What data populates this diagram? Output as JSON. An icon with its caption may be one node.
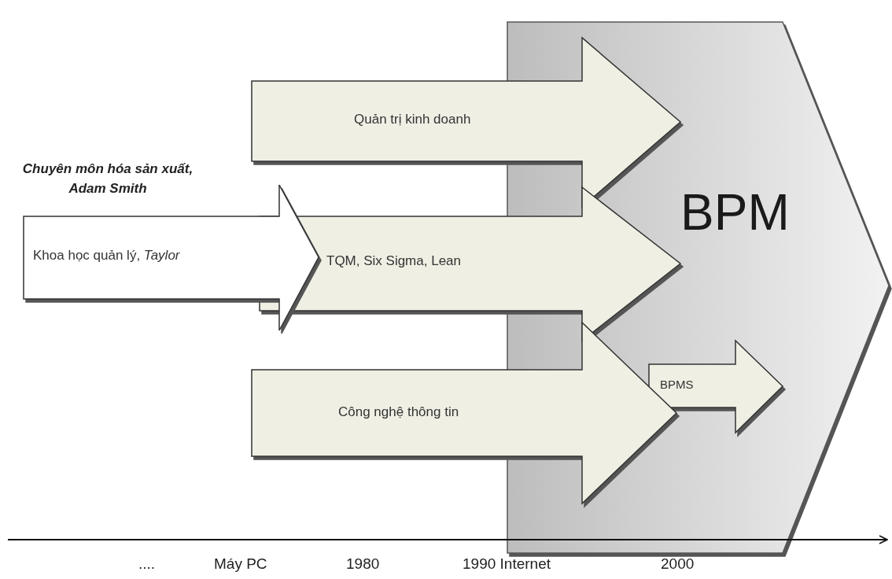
{
  "diagram": {
    "nodes": [
      {
        "text": [
          "BPM"
        ]
      },
      {
        "text": [
          "Quản trị kinh doanh"
        ]
      },
      {
        "text": [
          "Khoa học quản lý, *Taylor*"
        ]
      },
      {
        "text": [
          "TQM, Six Sigma, Lean"
        ]
      },
      {
        "text": [
          "BPMS"
        ],
        "in": 0
      },
      {
        "text": [
          "Công nghệ thông tin"
        ]
      }
    ],
    "labels": [
      "Chuyên môn hóa sản xuất, Adam Smith",
      "....",
      "Máy PC",
      "1980",
      "1990 Internet",
      "2000"
    ]
  }
}
